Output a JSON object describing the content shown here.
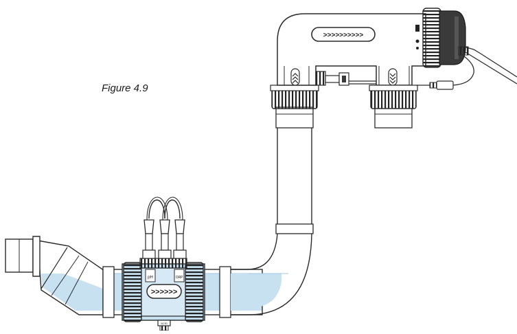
{
  "figure": {
    "caption": "Figure 4.9"
  },
  "colors": {
    "water": "#c7e1f1",
    "outline": "#2a2a2a",
    "pipe_fill": "#ffffff",
    "cap_fill": "#3a3a3a",
    "flow_arrows": "#1a1a1a"
  },
  "sensor_labels": {
    "left_port": "pH",
    "right_port": "ORP",
    "fitting_tag": "ACID"
  },
  "icons": {
    "flow_arrow_symbol": ">>>>>>>>>>",
    "inline_flow_symbol": ">>>>>>"
  }
}
